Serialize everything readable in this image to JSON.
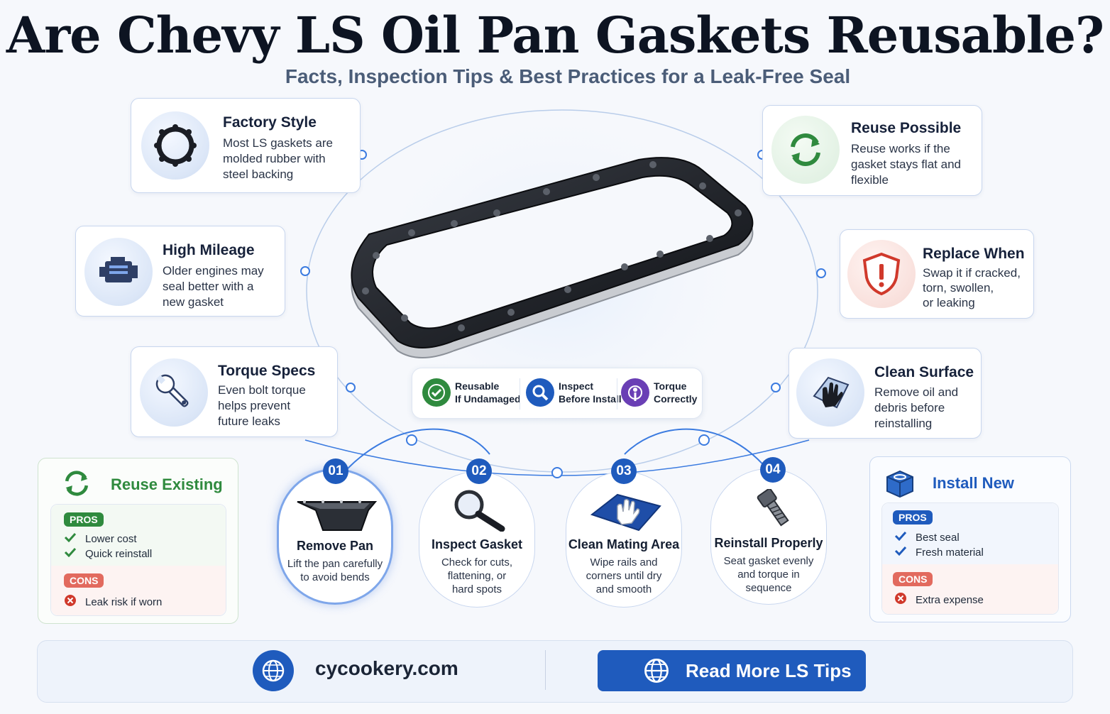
{
  "header": {
    "title": "Are Chevy LS Oil Pan Gaskets Reusable?",
    "subtitle": "Facts, Inspection Tips & Best Practices for a Leak-Free Seal"
  },
  "cards": {
    "factory": {
      "title": "Factory Style",
      "desc": [
        "Most LS gaskets are",
        "molded rubber with",
        "steel backing"
      ],
      "icon": "gasket-ring-icon"
    },
    "mileage": {
      "title": "High Mileage",
      "desc": [
        "Older engines may",
        "seal better with a",
        "new gasket"
      ],
      "icon": "engine-icon"
    },
    "torque": {
      "title": "Torque Specs",
      "desc": [
        "Even bolt torque",
        "helps prevent",
        "future leaks"
      ],
      "icon": "wrench-icon"
    },
    "reuse": {
      "title": "Reuse Possible",
      "desc": [
        "Reuse works if the",
        "gasket stays flat and",
        "flexible"
      ],
      "icon": "recycle-arrows-icon"
    },
    "replace": {
      "title": "Replace When",
      "desc": [
        "Swap it if cracked,",
        "torn, swollen,",
        "or leaking"
      ],
      "icon": "warning-shield-icon"
    },
    "clean": {
      "title": "Clean Surface",
      "desc": [
        "Remove oil and",
        "debris before",
        "reinstalling"
      ],
      "icon": "glove-cloth-icon"
    }
  },
  "badges": [
    {
      "line1": "Reusable",
      "line2": "If Undamaged",
      "color": "#2f8a3e",
      "icon": "check-circle-icon"
    },
    {
      "line1": "Inspect",
      "line2": "Before Install",
      "color": "#1f5bbd",
      "icon": "magnifier-icon"
    },
    {
      "line1": "Torque",
      "line2": "Correctly",
      "color": "#6a3fb5",
      "icon": "torque-icon"
    }
  ],
  "steps": [
    {
      "num": "01",
      "title": "Remove Pan",
      "desc": [
        "Lift the pan carefully",
        "to avoid bends"
      ],
      "icon": "oil-pan-icon"
    },
    {
      "num": "02",
      "title": "Inspect Gasket",
      "desc": [
        "Check for cuts,",
        "flattening, or",
        "hard spots"
      ],
      "icon": "magnifying-glass-icon"
    },
    {
      "num": "03",
      "title": "Clean Mating Area",
      "desc": [
        "Wipe rails and",
        "corners until dry",
        "and smooth"
      ],
      "icon": "cleaning-cloth-icon"
    },
    {
      "num": "04",
      "title": "Reinstall Properly",
      "desc": [
        "Seat gasket evenly",
        "and torque in",
        "sequence"
      ],
      "icon": "bolt-icon"
    }
  ],
  "reuse_panel": {
    "title": "Reuse Existing",
    "pros_label": "PROS",
    "pros": [
      "Lower cost",
      "Quick reinstall"
    ],
    "cons_label": "CONS",
    "cons": [
      "Leak risk if worn"
    ],
    "accent": "#2f8a3e"
  },
  "new_panel": {
    "title": "Install New",
    "pros_label": "PROS",
    "pros": [
      "Best seal",
      "Fresh material"
    ],
    "cons_label": "CONS",
    "cons": [
      "Extra expense"
    ],
    "accent": "#1f5bbd"
  },
  "footer": {
    "site": "cycookery.com",
    "cta": "Read More LS Tips"
  },
  "colors": {
    "brand_blue": "#1f5bbd",
    "green": "#2f8a3e",
    "red": "#d0392b",
    "purple": "#6a3fb5"
  }
}
